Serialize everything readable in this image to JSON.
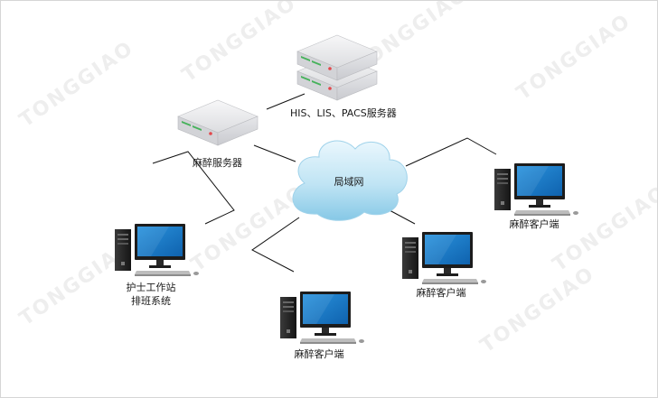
{
  "watermark": "TONGGIAO",
  "nodes": {
    "his_server": {
      "label": "HIS、LIS、PACS服务器"
    },
    "anesthesia_server": {
      "label": "麻醉服务器"
    },
    "lan": {
      "label": "局域网"
    },
    "nurse_station": {
      "label_line1": "护士工作站",
      "label_line2": "排班系统"
    },
    "client_right": {
      "label": "麻醉客户端"
    },
    "client_center": {
      "label": "麻醉客户端"
    },
    "client_bottom": {
      "label": "麻醉客户端"
    }
  },
  "colors": {
    "line": "#111111",
    "cloud_light": "#e2f3fb",
    "cloud_dark": "#8fcde9",
    "server_body": "#e9eaec",
    "screen": "#1477c9",
    "tower": "#1f1f1f"
  }
}
